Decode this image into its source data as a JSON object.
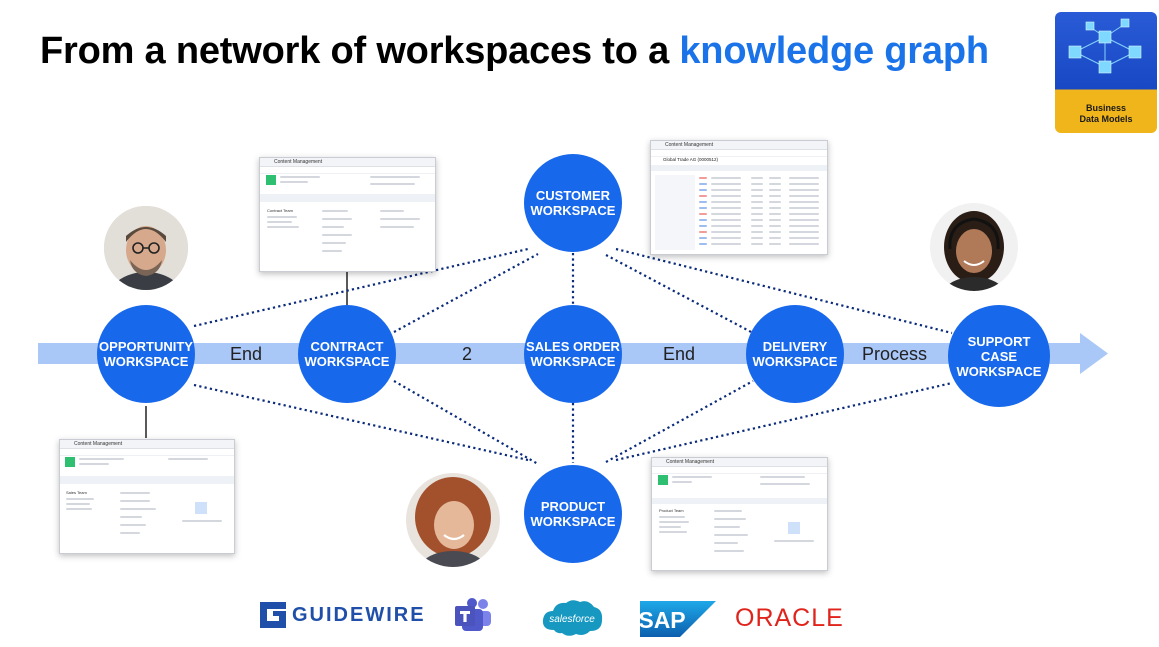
{
  "title": {
    "prefix": "From a network of workspaces to a ",
    "accent": "knowledge graph"
  },
  "badge": {
    "label": "Business\nData Models"
  },
  "nodes": {
    "opportunity": "OPPORTUNITY\nWORKSPACE",
    "contract": "CONTRACT\nWORKSPACE",
    "sales_order": "SALES ORDER\nWORKSPACE",
    "delivery": "DELIVERY\nWORKSPACE",
    "support_case": "SUPPORT\nCASE\nWORKSPACE",
    "customer": "CUSTOMER\nWORKSPACE",
    "product": "PRODUCT\nWORKSPACE"
  },
  "edge_labels": {
    "e1": "End",
    "e2": "2",
    "e3": "End",
    "e4": "Process"
  },
  "screenshots": {
    "contract": {
      "app": "Content Management",
      "section": "Contract Team"
    },
    "customer": {
      "app": "Content Management",
      "section": "Global Trade AG (0000512)"
    },
    "opportunity": {
      "app": "Content Management",
      "section": "Sales Team"
    },
    "product": {
      "app": "Content Management",
      "section": "Product Team"
    }
  },
  "logos": {
    "guidewire": "GUIDEWIRE",
    "salesforce": "salesforce",
    "sap": "SAP",
    "oracle": "ORACLE"
  },
  "colors": {
    "node": "#1868ec",
    "arrow": "#a9c7f7",
    "accent": "#1a73e8",
    "dots": "#0a2a7a"
  }
}
